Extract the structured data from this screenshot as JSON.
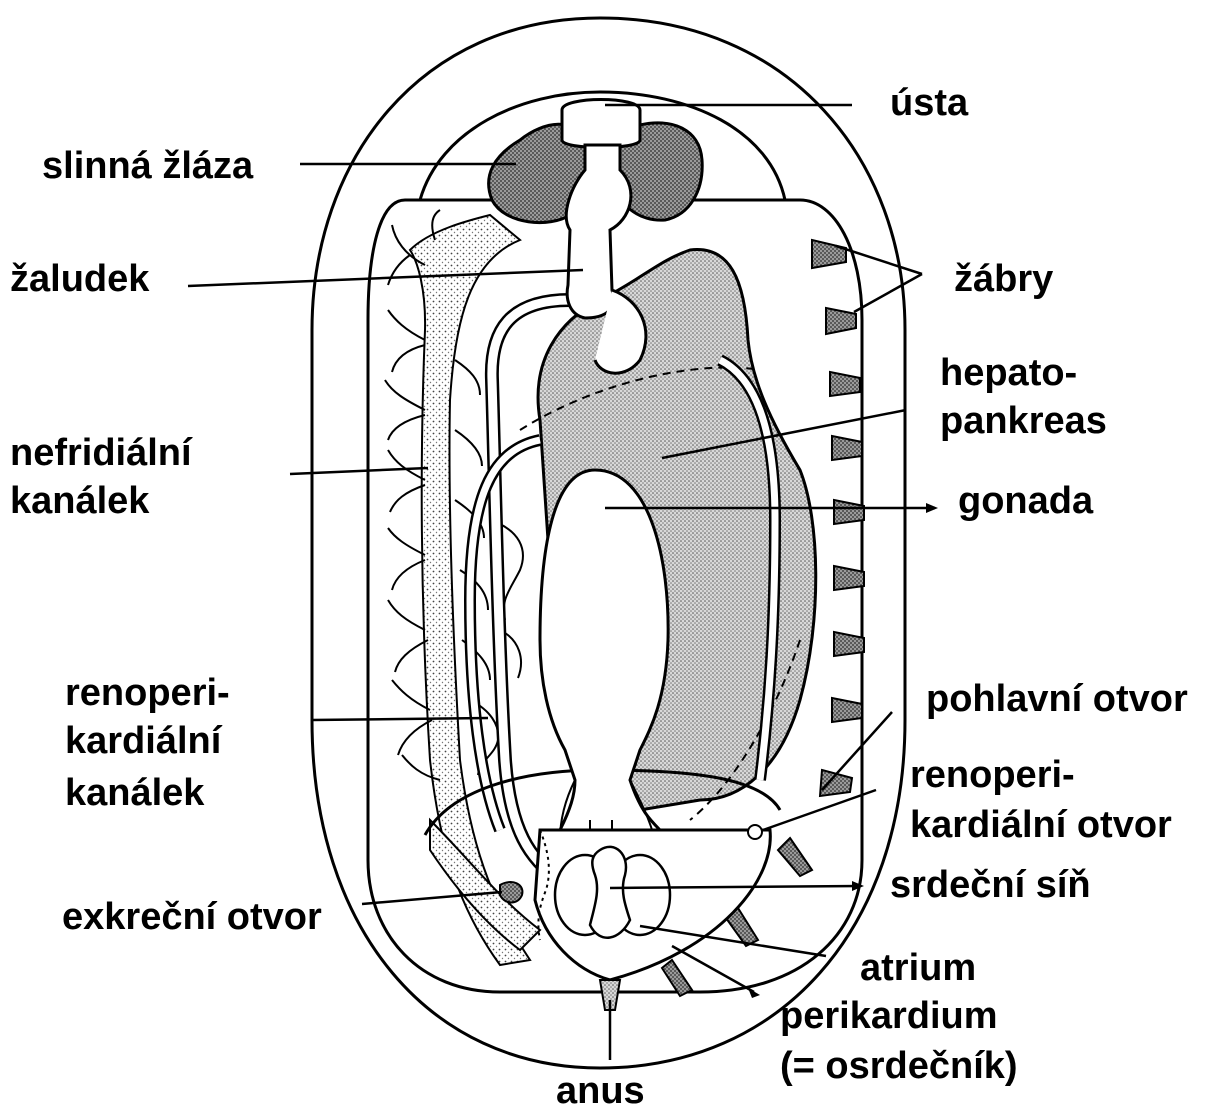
{
  "labels": {
    "usta": "ústa",
    "slinna_zlaza": "slinná žláza",
    "zaludek": "žaludek",
    "zabry": "žábry",
    "hepatopankreas_1": "hepato-",
    "hepatopankreas_2": "pankreas",
    "nefridialni_1": "nefridiální",
    "nefridialni_2": "kanálek",
    "gonada": "gonada",
    "renoperikardialni_kanalek_1": "renoperi-",
    "renoperikardialni_kanalek_2": "kardiální",
    "renoperikardialni_kanalek_3": "kanálek",
    "pohlavni_otvor": "pohlavní otvor",
    "renoperikardialni_otvor_1": "renoperi-",
    "renoperikardialni_otvor_2": "kardiální otvor",
    "srdecni_sin": "srdeční síň",
    "exkrecni_otvor": "exkreční otvor",
    "atrium": "atrium",
    "perikardium_1": "perikardium",
    "perikardium_2": "(= osrdečník)",
    "anus": "anus"
  },
  "colors": {
    "ink": "#000000",
    "paper": "#ffffff",
    "stipple_dark": "#6a6a6a",
    "stipple_mid": "#b8b8b8",
    "stipple_light": "#dedede"
  }
}
